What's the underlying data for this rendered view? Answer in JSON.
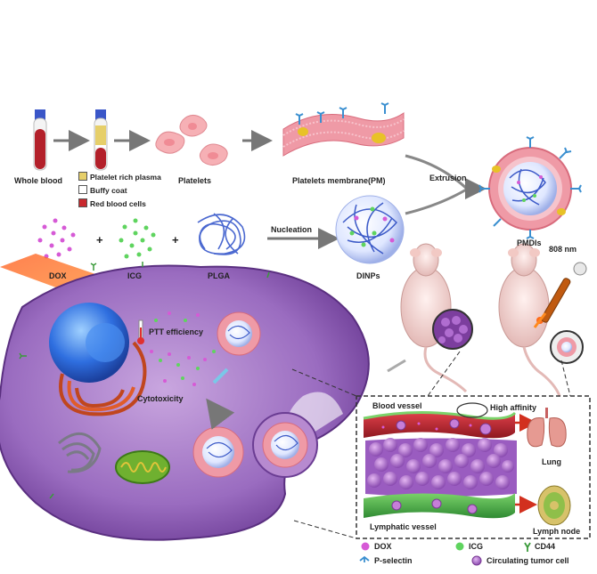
{
  "preparation": {
    "whole_blood": "Whole blood",
    "platelets": "Platelets",
    "pm": "Platelets membrane(PM)",
    "extrusion": "Extrusion",
    "pmdis": "PMDIs",
    "nucleation": "Nucleation",
    "dinps": "DINPs",
    "dox": "DOX",
    "icg": "ICG",
    "plga": "PLGA",
    "plus": "+",
    "fractions": [
      {
        "label": "Platelet rich plasma",
        "color": "#e6cf6a"
      },
      {
        "label": "Buffy coat",
        "color": "#ffffff"
      },
      {
        "label": "Red blood cells",
        "color": "#c8282d"
      }
    ]
  },
  "cell": {
    "ptt": "PTT efficiency",
    "cytotoxicity": "Cytotoxicity"
  },
  "mice": {
    "laser": "808 nm"
  },
  "vessel": {
    "blood_vessel": "Blood vessel",
    "high_affinity": "High affinity",
    "lung": "Lung",
    "lymphatic_vessel": "Lymphatic vessel",
    "lymph_node": "Lymph node"
  },
  "legend": {
    "dox": "DOX",
    "icg": "ICG",
    "cd44": "CD44",
    "pselectin": "P-selectin",
    "ctc": "Circulating tumor cell"
  },
  "colors": {
    "blood": "#b3202a",
    "membrane": "#e9899a",
    "cell_body": "#a77ac4",
    "dox": "#d65ad6",
    "icg": "#5fd45f",
    "laser": "#ff8a1e"
  }
}
